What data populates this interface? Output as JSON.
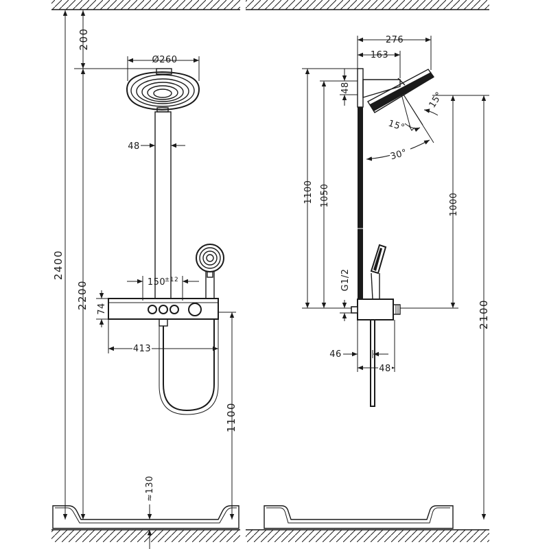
{
  "front_view": {
    "dims": {
      "top_clearance": "200",
      "head_diameter": "Ø260",
      "arm_width": "48",
      "total_height": "2400",
      "mount_height": "2200",
      "thermostat_height": "74",
      "spacing_base": "150",
      "spacing_tol": "±12",
      "thermostat_width": "413",
      "hose_drop": "1100",
      "floor_gap": "≈130"
    }
  },
  "side_view": {
    "dims": {
      "overall_depth": "276",
      "arm_depth": "163",
      "connector_height": "48",
      "bar_length_outer": "1100",
      "bar_length_inner": "1050",
      "thread": "G1/2",
      "head_height": "1000",
      "head_from_floor": "2100",
      "tilt_a": "15°",
      "tilt_b": "15°",
      "tilt_total": "30°",
      "wall_to_bar": "46",
      "handle_depth": "48"
    }
  },
  "icons": [
    "dimension-arrow",
    "floor-hatch",
    "ceiling-hatch"
  ]
}
